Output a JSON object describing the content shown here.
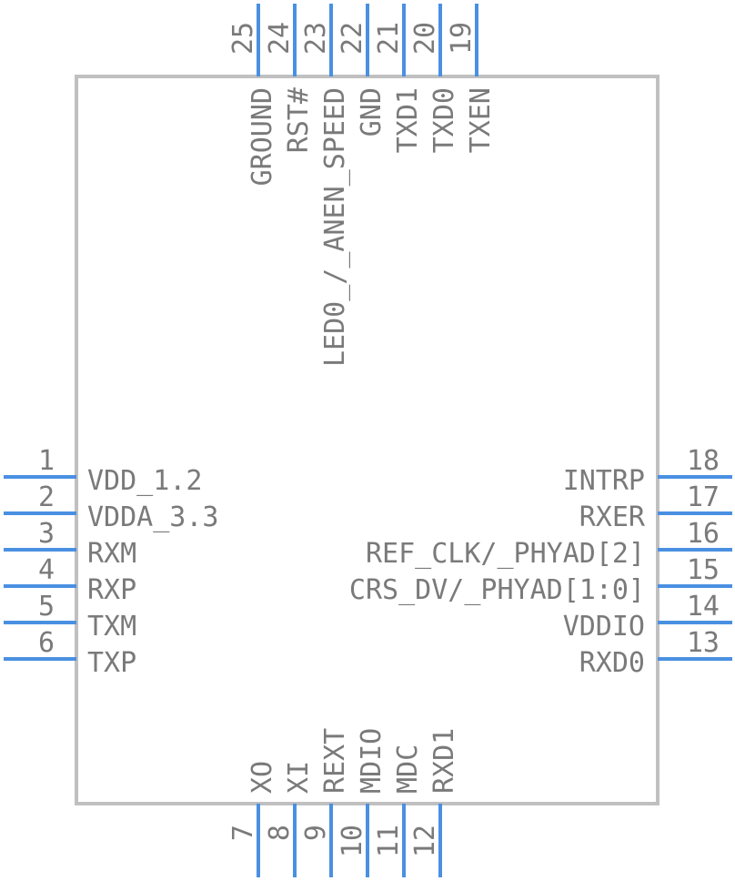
{
  "diagram": {
    "colors": {
      "pin": "#4a90e2",
      "body": "#c0c0c0",
      "text": "#7a7a7a"
    },
    "left_pins": [
      {
        "num": "1",
        "label": "VDD_1.2"
      },
      {
        "num": "2",
        "label": "VDDA_3.3"
      },
      {
        "num": "3",
        "label": "RXM"
      },
      {
        "num": "4",
        "label": "RXP"
      },
      {
        "num": "5",
        "label": "TXM"
      },
      {
        "num": "6",
        "label": "TXP"
      }
    ],
    "right_pins": [
      {
        "num": "18",
        "label": "INTRP"
      },
      {
        "num": "17",
        "label": "RXER"
      },
      {
        "num": "16",
        "label": "REF_CLK/_PHYAD[2]"
      },
      {
        "num": "15",
        "label": "CRS_DV/_PHYAD[1:0]"
      },
      {
        "num": "14",
        "label": "VDDIO"
      },
      {
        "num": "13",
        "label": "RXD0"
      }
    ],
    "top_pins": [
      {
        "num": "25",
        "label": "GROUND"
      },
      {
        "num": "24",
        "label": "RST#"
      },
      {
        "num": "23",
        "label": "LED0_/_ANEN_SPEED"
      },
      {
        "num": "22",
        "label": "GND"
      },
      {
        "num": "21",
        "label": "TXD1"
      },
      {
        "num": "20",
        "label": "TXD0"
      },
      {
        "num": "19",
        "label": "TXEN"
      }
    ],
    "bottom_pins": [
      {
        "num": "7",
        "label": "XO"
      },
      {
        "num": "8",
        "label": "XI"
      },
      {
        "num": "9",
        "label": "REXT"
      },
      {
        "num": "10",
        "label": "MDIO"
      },
      {
        "num": "11",
        "label": "MDC"
      },
      {
        "num": "12",
        "label": "RXD1"
      }
    ]
  }
}
